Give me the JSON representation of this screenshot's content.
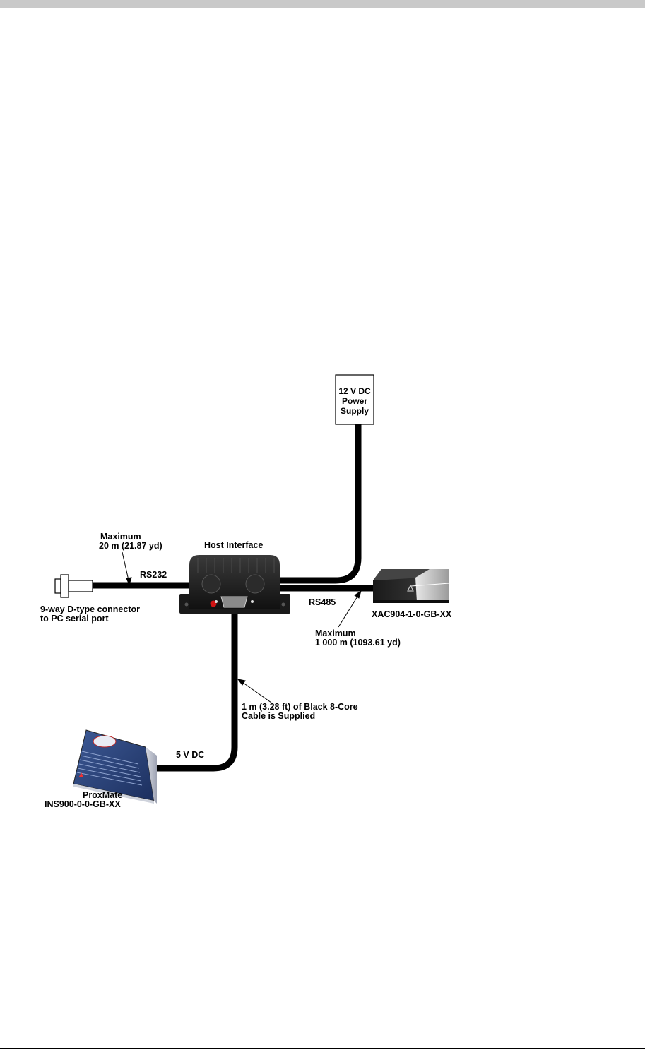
{
  "power_supply": {
    "line1": "12 V DC",
    "line2": "Power",
    "line3": "Supply"
  },
  "host_interface": {
    "label": "Host Interface"
  },
  "rs232": {
    "label": "RS232",
    "max_line1": "Maximum",
    "max_line2": "20 m (21.87 yd)"
  },
  "connector": {
    "line1": "9-way D-type connector",
    "line2": "to PC serial port"
  },
  "rs485": {
    "label": "RS485",
    "max_line1": "Maximum",
    "max_line2": "1 000 m (1093.61 yd)"
  },
  "reader": {
    "label": "XAC904-1-0-GB-XX"
  },
  "cable_note": {
    "line1": "1 m (3.28 ft) of Black 8-Core",
    "line2": "Cable is Supplied"
  },
  "power_5v": {
    "label": "5 V DC"
  },
  "proxmate": {
    "line1": "ProxMate",
    "line2": "INS900-0-0-GB-XX"
  },
  "colors": {
    "cable": "#000000",
    "device_body": "#222222",
    "top_bar": "#c9c9c9"
  }
}
